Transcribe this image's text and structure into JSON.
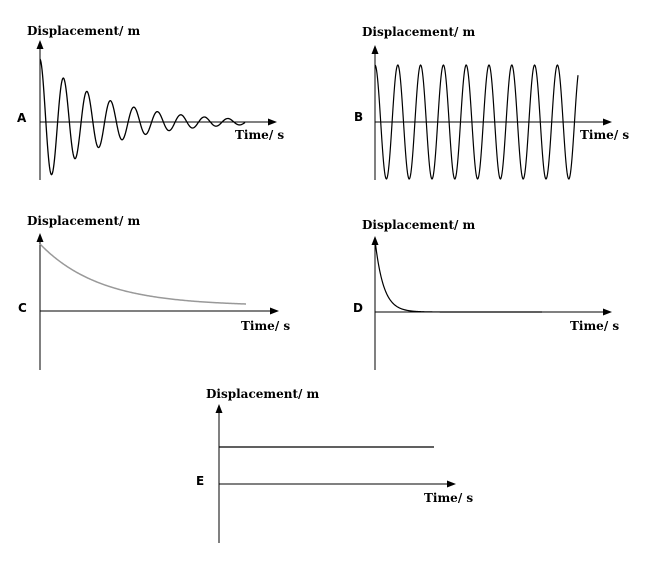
{
  "graphs": [
    {
      "id": "A",
      "label": "A",
      "y_axis_label": "Displacement/ m",
      "x_axis_label": "Time/ s",
      "motion": "damped oscillation",
      "color": "#000000"
    },
    {
      "id": "B",
      "label": "B",
      "y_axis_label": "Displacement/ m",
      "x_axis_label": "Time/ s",
      "motion": "undamped oscillation",
      "color": "#000000"
    },
    {
      "id": "C",
      "label": "C",
      "y_axis_label": "Displacement/ m",
      "x_axis_label": "Time/ s",
      "motion": "slow exponential decay",
      "color": "#999999"
    },
    {
      "id": "D",
      "label": "D",
      "y_axis_label": "Displacement/ m",
      "x_axis_label": "Time/ s",
      "motion": "rapid exponential decay",
      "color": "#000000"
    },
    {
      "id": "E",
      "label": "E",
      "y_axis_label": "Displacement/ m",
      "x_axis_label": "Time/ s",
      "motion": "constant displacement",
      "color": "#000000"
    }
  ]
}
